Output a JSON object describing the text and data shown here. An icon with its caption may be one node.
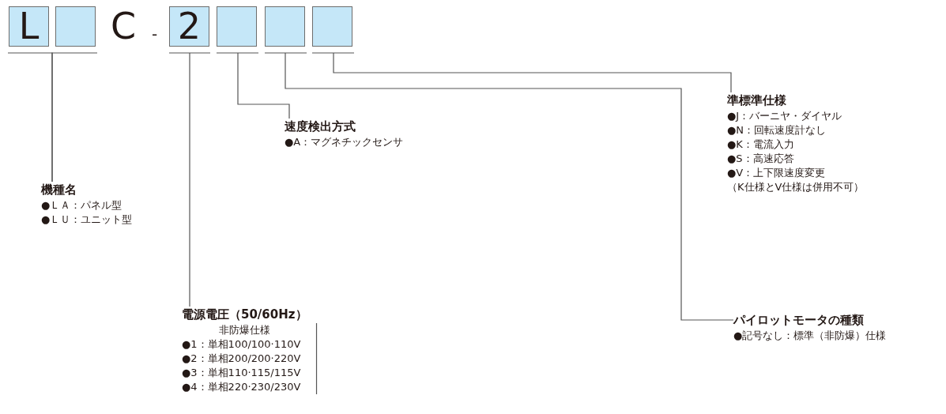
{
  "diagram": {
    "nodes": [
      {
        "text": [
          "L"
        ]
      },
      {
        "text": [],
        "shape": "box"
      },
      {
        "text": [
          "2"
        ]
      },
      {
        "text": [],
        "shape": "box"
      },
      {
        "text": [],
        "shape": "box"
      },
      {
        "text": [],
        "shape": "box"
      },
      {
        "text": [
          "機種名",
          "●ＬＡ：パネル型",
          "●ＬＵ：ユニット型"
        ]
      },
      {
        "text": [
          "電源電圧（50/60Hz）",
          "非防爆仕様",
          "●1：単相100/100·110V",
          "●2：単相200/200·220V",
          "●3：単相110·115/115V",
          "●4：単相220·230/230V"
        ]
      },
      {
        "text": [
          "速度検出方式",
          "●A：マグネチックセンサ"
        ]
      },
      {
        "text": [
          "パイロットモータの種類",
          "●記号なし：標準（非防爆）仕様"
        ]
      },
      {
        "text": [
          "準標準仕様",
          "●J：バーニヤ・ダイヤル",
          "●N：回転速度計なし",
          "●K：電流入力",
          "●S：高速応答",
          "●V：上下限速度変更",
          "（K仕様とV仕様は併用不可）"
        ]
      }
    ],
    "edges": [
      {
        "from": 6,
        "to": 0,
        "arrow": "none"
      },
      {
        "from": 6,
        "to": 1,
        "arrow": "none"
      },
      {
        "from": 7,
        "to": 2,
        "arrow": "none"
      },
      {
        "from": 8,
        "to": 3,
        "arrow": "none"
      },
      {
        "from": 9,
        "to": 4,
        "arrow": "none"
      },
      {
        "from": 10,
        "to": 5,
        "arrow": "none"
      }
    ],
    "labels": [
      "C",
      "-"
    ]
  }
}
